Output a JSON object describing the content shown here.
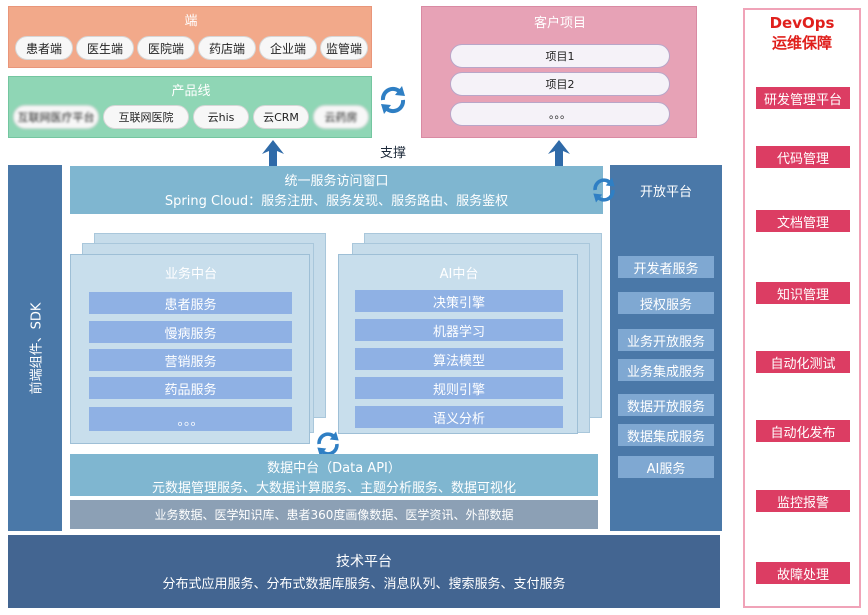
{
  "duan": {
    "title": "端",
    "items": [
      "患者端",
      "医生端",
      "医院端",
      "药店端",
      "企业端",
      "监管端"
    ]
  },
  "chanpinxian": {
    "title": "产品线",
    "items": [
      "互联网医疗平台",
      "互联网医院",
      "云his",
      "云CRM",
      "云药房"
    ]
  },
  "kehu": {
    "title": "客户项目",
    "items": [
      "项目1",
      "项目2",
      "。。。"
    ]
  },
  "support_label": "支撑",
  "devops": {
    "title_line1": "DevOps",
    "title_line2": "运维保障",
    "items": [
      "研发管理平台",
      "代码管理",
      "文档管理",
      "知识管理",
      "自动化测试",
      "自动化发布",
      "监控报警",
      "故障处理"
    ]
  },
  "sdk": {
    "label": "前端组件、SDK"
  },
  "gateway": {
    "title": "统一服务访问窗口",
    "subtitle": "Spring Cloud：服务注册、服务发现、服务路由、服务鉴权"
  },
  "open_platform": {
    "title": "开放平台",
    "items": [
      "开发者服务",
      "授权服务",
      "业务开放服务",
      "业务集成服务",
      "数据开放服务",
      "数据集成服务",
      "AI服务"
    ]
  },
  "business_center": {
    "title": "业务中台",
    "items": [
      "患者服务",
      "慢病服务",
      "营销服务",
      "药品服务",
      "。。。"
    ]
  },
  "ai_center": {
    "title": "AI中台",
    "items": [
      "决策引擎",
      "机器学习",
      "算法模型",
      "规则引擎",
      "语义分析"
    ]
  },
  "data_center": {
    "title": "数据中台（Data API）",
    "subtitle": "元数据管理服务、大数据计算服务、主题分析服务、数据可视化"
  },
  "data_sources": "业务数据、医学知识库、患者360度画像数据、医学资讯、外部数据",
  "tech_platform": {
    "title": "技术平台",
    "subtitle": "分布式应用服务、分布式数据库服务、消息队列、搜索服务、支付服务"
  },
  "colors": {
    "duan": "#f2a98a",
    "chanpinxian": "#8fd6b5",
    "kehu": "#e7a2b6",
    "devops_item": "#dc3d63",
    "devops_title": "#e0201c",
    "main_blue": "#4a78a8",
    "light_blue": "#7fb6d0",
    "service_blue": "#8fb1e4",
    "tech_platform": "#436591"
  }
}
